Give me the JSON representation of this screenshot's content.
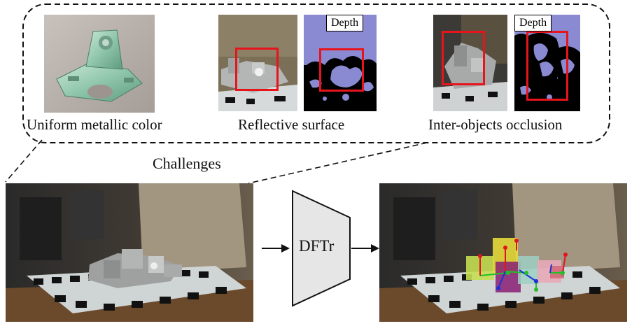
{
  "challenges": {
    "title": "Challenges",
    "items": [
      {
        "caption": "Uniform metallic color"
      },
      {
        "caption": "Reflective surface",
        "depth_label": "Depth"
      },
      {
        "caption": "Inter-objects occlusion",
        "depth_label": "Depth"
      }
    ]
  },
  "pipeline": {
    "model_label": "DFTr"
  },
  "colors": {
    "highlight_box": "#e8141c",
    "depth_background": "#8a8ad2",
    "depth_hole": "#000000",
    "model_block": "#e6e6e6",
    "axis_x": "#e0151f",
    "axis_y": "#22c02a",
    "axis_z": "#1f2fd6"
  }
}
